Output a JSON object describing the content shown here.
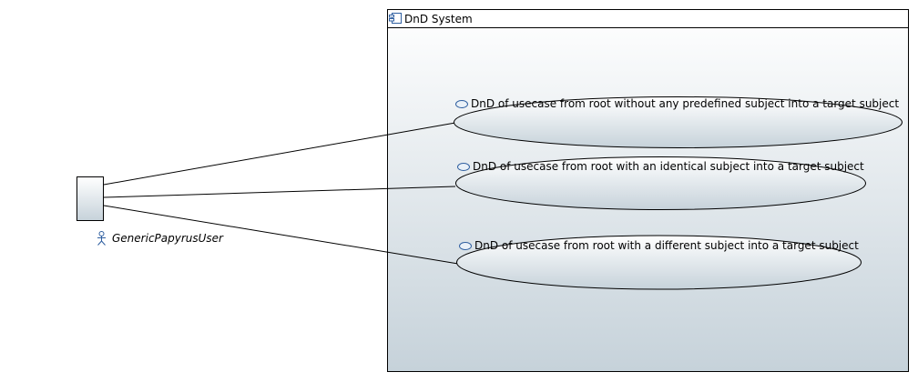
{
  "diagram": {
    "type": "uml-usecase",
    "colors": {
      "fill_top": "#ffffff",
      "fill_bottom": "#c6d2da",
      "stroke": "#000000",
      "icon": "#2f5fa0"
    },
    "subject": {
      "title": "DnD System",
      "icon": "component-icon"
    },
    "actor": {
      "name": "GenericPapyrusUser",
      "icon": "stick-figure-icon"
    },
    "usecases": [
      {
        "label": "DnD of usecase from root without any predefined subject into a target subject",
        "icon": "usecase-icon"
      },
      {
        "label": "DnD of usecase from root with an identical subject into a target subject",
        "icon": "usecase-icon"
      },
      {
        "label": "DnD of usecase from root with a different subject into a target subject",
        "icon": "usecase-icon"
      }
    ]
  }
}
